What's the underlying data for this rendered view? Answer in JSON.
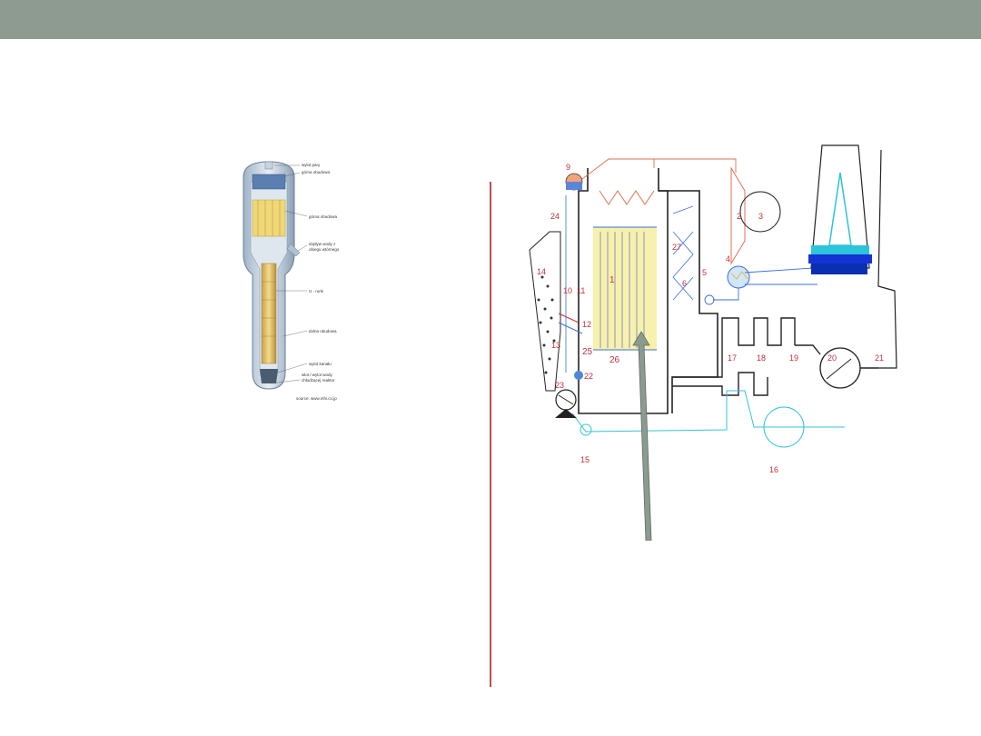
{
  "colors": {
    "header_bar": "#8d9b91",
    "divider": "#c0504d",
    "water_line": "#33c3d8",
    "steam_line": "#e07050",
    "fuel_lines": "#3a6fd8",
    "combustion": "#f2e27a",
    "arrow": "#8c9b90"
  },
  "left_figure": {
    "labels": [
      "wylot pary",
      "górna obudowa",
      "górna obudowa",
      "dopływ wody z",
      "obiegu wtórnego",
      "U - rurki",
      "dolna obudowa",
      "wylot kanału",
      "wlot / wylot wody",
      "chłodzącej reaktor"
    ],
    "source": "source: www.mhi.co.jp"
  },
  "right_figure": {
    "numbers": [
      "9",
      "24",
      "1",
      "2",
      "3",
      "4",
      "5",
      "6",
      "27",
      "14",
      "10",
      "11",
      "12",
      "25",
      "13",
      "26",
      "22",
      "15",
      "16",
      "17",
      "18",
      "19",
      "20",
      "21",
      "23"
    ]
  },
  "icons": {
    "steam_generator": "steam-generator-cutaway-icon",
    "power_plant": "power-plant-schematic-icon",
    "arrow": "pointer-arrow-icon"
  }
}
